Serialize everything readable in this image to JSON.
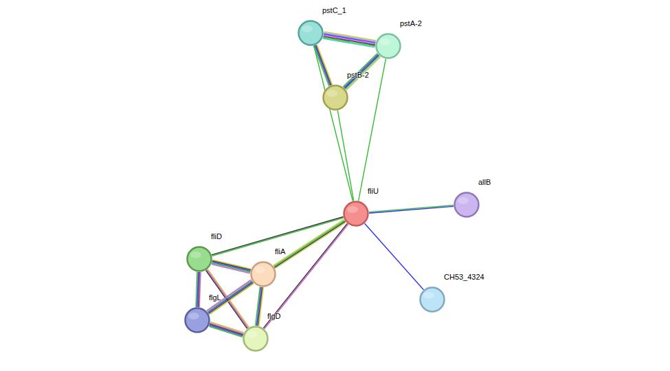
{
  "diagram": {
    "nodes": [
      {
        "text": [
          "pstC_1"
        ]
      },
      {
        "text": [
          "pstA-2"
        ]
      },
      {
        "text": [
          "pstB-2"
        ]
      },
      {
        "text": [
          "fliU"
        ]
      },
      {
        "text": [
          "allB"
        ]
      },
      {
        "text": [
          "fliD"
        ]
      },
      {
        "text": [
          "fliA"
        ]
      },
      {
        "text": [
          "flgL"
        ]
      },
      {
        "text": [
          "CH53_4324"
        ]
      },
      {
        "text": [
          "flgD"
        ]
      }
    ],
    "edges": [
      {
        "from": 0,
        "to": 1,
        "arrow": "none"
      },
      {
        "from": 0,
        "to": 2,
        "arrow": "none"
      },
      {
        "from": 1,
        "to": 2,
        "arrow": "none"
      },
      {
        "from": 0,
        "to": 3,
        "arrow": "none"
      },
      {
        "from": 1,
        "to": 3,
        "arrow": "none"
      },
      {
        "from": 2,
        "to": 3,
        "arrow": "none"
      },
      {
        "from": 3,
        "to": 4,
        "arrow": "none"
      },
      {
        "from": 3,
        "to": 8,
        "arrow": "none"
      },
      {
        "from": 3,
        "to": 5,
        "arrow": "none"
      },
      {
        "from": 3,
        "to": 6,
        "arrow": "none"
      },
      {
        "from": 3,
        "to": 9,
        "arrow": "none"
      },
      {
        "from": 5,
        "to": 6,
        "arrow": "none"
      },
      {
        "from": 5,
        "to": 7,
        "arrow": "none"
      },
      {
        "from": 5,
        "to": 9,
        "arrow": "none"
      },
      {
        "from": 6,
        "to": 7,
        "arrow": "none"
      },
      {
        "from": 6,
        "to": 9,
        "arrow": "none"
      },
      {
        "from": 7,
        "to": 9,
        "arrow": "none"
      }
    ]
  }
}
